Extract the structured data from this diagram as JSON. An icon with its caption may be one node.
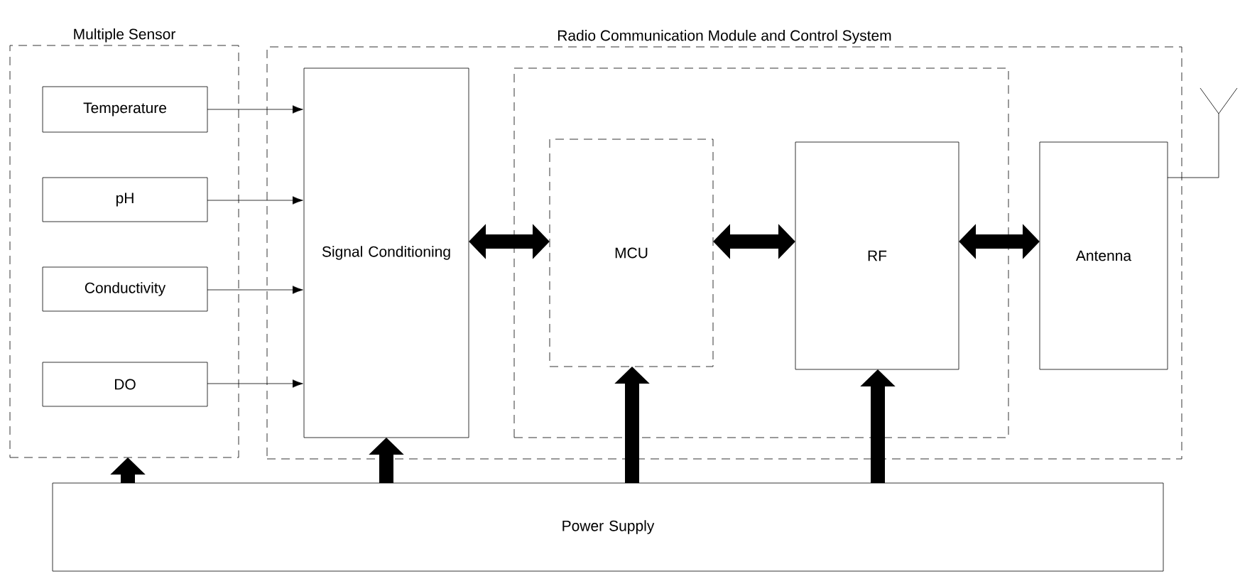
{
  "diagram": {
    "nodes": [
      {
        "text": [
          "Multiple Sensor"
        ]
      },
      {
        "text": [
          "Temperature"
        ],
        "in": 0
      },
      {
        "text": [
          "pH"
        ],
        "in": 0
      },
      {
        "text": [
          "Conductivity"
        ],
        "in": 0
      },
      {
        "text": [
          "DO"
        ],
        "in": 0
      },
      {
        "text": [
          "Radio Communication Module and Control System"
        ]
      },
      {
        "text": [
          "Signal Conditioning"
        ],
        "in": 5
      },
      {
        "text": [],
        "shape": "box",
        "in": 5
      },
      {
        "text": [
          "MCU"
        ],
        "in": 7
      },
      {
        "text": [
          "RF"
        ],
        "in": 7
      },
      {
        "text": [
          "Antenna"
        ],
        "in": 5
      },
      {
        "text": [],
        "shape": "antenna"
      },
      {
        "text": [
          "Power Supply"
        ]
      }
    ],
    "edges": [
      {
        "from": 1,
        "to": 6,
        "arrow": "to"
      },
      {
        "from": 2,
        "to": 6,
        "arrow": "to"
      },
      {
        "from": 3,
        "to": 6,
        "arrow": "to"
      },
      {
        "from": 4,
        "to": 6,
        "arrow": "to"
      },
      {
        "from": 6,
        "to": 8,
        "arrow": "both"
      },
      {
        "from": 8,
        "to": 9,
        "arrow": "both"
      },
      {
        "from": 9,
        "to": 10,
        "arrow": "both"
      },
      {
        "from": 10,
        "to": 11,
        "arrow": "none"
      },
      {
        "from": 12,
        "to": 0,
        "arrow": "to"
      },
      {
        "from": 12,
        "to": 6,
        "arrow": "to"
      },
      {
        "from": 12,
        "to": 8,
        "arrow": "to"
      },
      {
        "from": 12,
        "to": 9,
        "arrow": "to"
      }
    ]
  }
}
